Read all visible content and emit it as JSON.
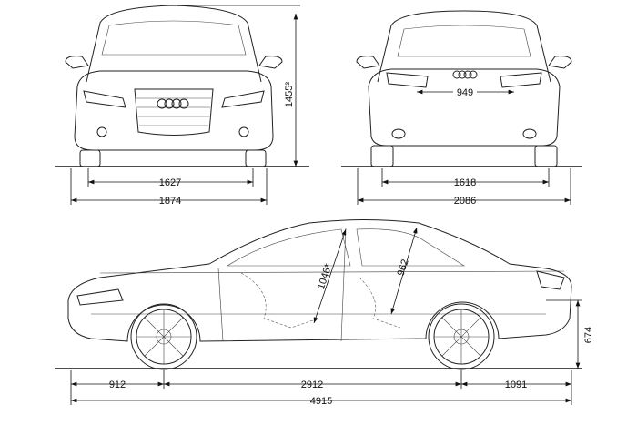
{
  "dimensions": {
    "front_track": "1627",
    "front_width": "1874",
    "height": "1455³",
    "rear_track": "1618",
    "rear_width": "2086",
    "rear_lid_width": "949",
    "front_headroom": "1046*",
    "rear_headroom": "962",
    "front_overhang": "912",
    "wheelbase": "2912",
    "rear_overhang": "1091",
    "length": "4915",
    "loading_height": "674"
  }
}
